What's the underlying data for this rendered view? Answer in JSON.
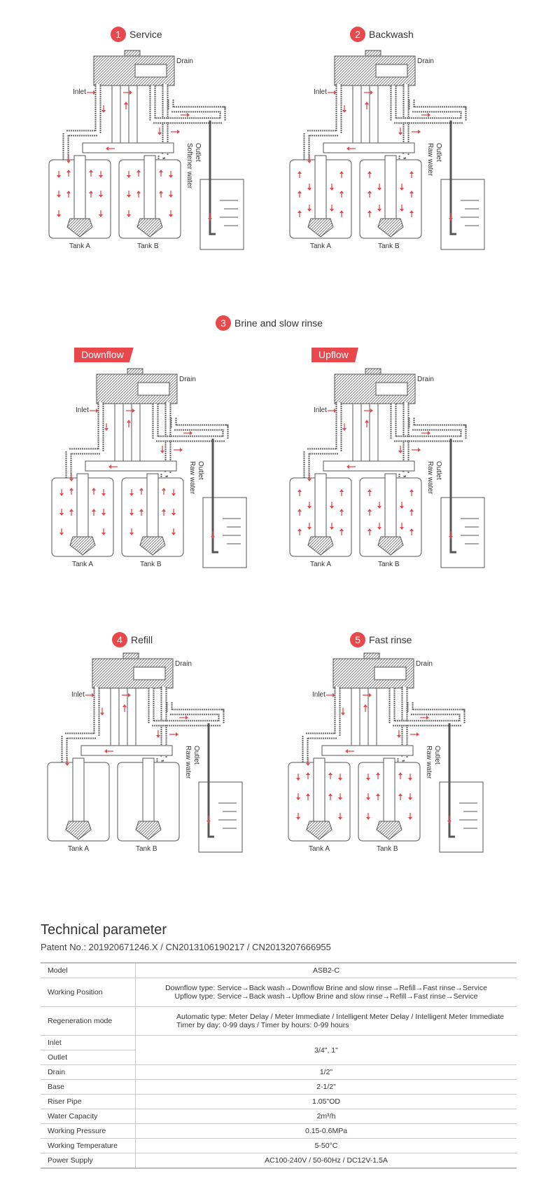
{
  "steps": [
    {
      "num": "1",
      "label": "Service"
    },
    {
      "num": "2",
      "label": "Backwash"
    },
    {
      "num": "3",
      "label": "Brine and slow rinse"
    },
    {
      "num": "4",
      "label": "Refill"
    },
    {
      "num": "5",
      "label": "Fast rinse"
    }
  ],
  "tags": {
    "downflow": "Downflow",
    "upflow": "Upflow"
  },
  "labels": {
    "drain": "Drain",
    "inlet": "Inlet",
    "tank_a": "Tank A",
    "tank_b": "Tank B",
    "outlet_softener": "Outlet\nSoftener water",
    "outlet_raw": "Outlet\nRaw water"
  },
  "tech": {
    "title": "Technical parameter",
    "patent": "Patent No.: 201920671246.X / CN2013106190217 / CN2013207666955",
    "rows": {
      "model": {
        "k": "Model",
        "v": "ASB2-C"
      },
      "working_position": {
        "k": "Working Position",
        "v1": "Downflow type: Service→Back wash→Downflow Brine and slow rinse→Refill→Fast rinse→Service",
        "v2": "Upflow type: Service→Back wash→Upflow Brine and slow rinse→Refill→Fast rinse→Service"
      },
      "regeneration": {
        "k": "Regeneration mode",
        "v1": "Automatic type: Meter Delay / Meter Immediate / Intelligent Meter Delay / Intelligent Meter Immediate",
        "v2": "Timer by day: 0-99 days / Timer by hours: 0-99 hours"
      },
      "inlet": {
        "k": "Inlet"
      },
      "outlet": {
        "k": "Outlet",
        "v": "3/4\", 1\""
      },
      "drain": {
        "k": "Drain",
        "v": "1/2\""
      },
      "base": {
        "k": "Base",
        "v": "2-1/2\""
      },
      "riser": {
        "k": "Riser Pipe",
        "v": "1.05\"OD"
      },
      "capacity": {
        "k": "Water Capacity",
        "v": "2m³/h"
      },
      "pressure": {
        "k": "Working Pressure",
        "v": "0.15-0.6MPa"
      },
      "temperature": {
        "k": "Working Temperature",
        "v": "5-50°C"
      },
      "power": {
        "k": "Power Supply",
        "v": "AC100-240V / 50-60Hz / DC12V-1.5A"
      }
    }
  },
  "colors": {
    "accent": "#e8474c",
    "pipe": "#555555",
    "hatch": "#888888"
  }
}
